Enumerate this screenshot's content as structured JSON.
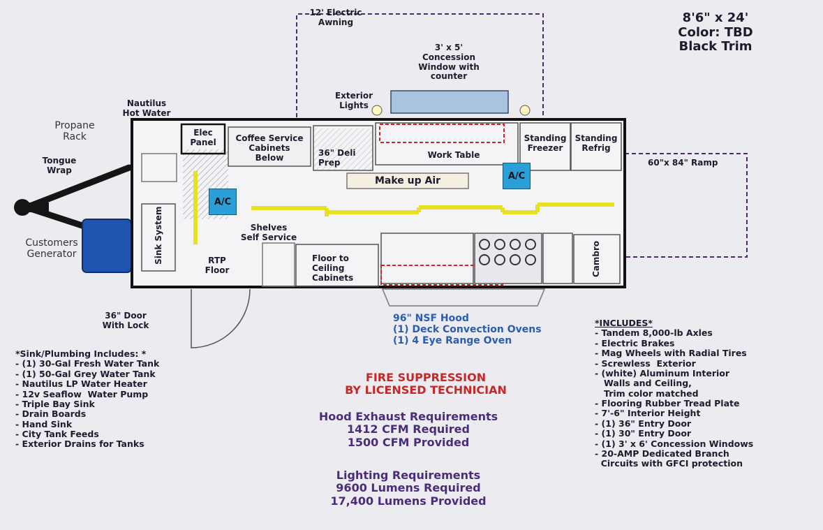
{
  "header": {
    "dimensions": "8'6\" x 24'",
    "color": "Color: TBD",
    "trim": "Black Trim"
  },
  "exterior": {
    "awning": [
      "12' Electric",
      "Awning"
    ],
    "concession_window": [
      "3' x 5'",
      "Concession",
      "Window with",
      "counter"
    ],
    "exterior_lights": [
      "Exterior",
      "Lights"
    ],
    "nautilus": [
      "Nautilus",
      "Hot Water"
    ],
    "propane": [
      "Propane",
      "Rack"
    ],
    "tongue": [
      "Tongue",
      "Wrap"
    ],
    "generator": [
      "Customers",
      "Generator"
    ],
    "ramp": "60\"x 84\" Ramp",
    "door": [
      "36\" Door",
      "With Lock"
    ]
  },
  "interior": {
    "elec_panel": [
      "Elec",
      "Panel"
    ],
    "coffee": [
      "Coffee Service",
      "Cabinets",
      "Below"
    ],
    "deli_prep": [
      "36\" Deli",
      "Prep"
    ],
    "work_table": "Work Table",
    "standing_freezer": [
      "Standing",
      "Freezer"
    ],
    "standing_refrig": [
      "Standing",
      "Refrig"
    ],
    "makeup_air": "Make up Air",
    "ac": "A/C",
    "sink_system": "Sink System",
    "shelves": [
      "Shelves",
      "Self Service"
    ],
    "rtp": [
      "RTP",
      "Floor"
    ],
    "floor_cabinets": [
      "Floor to",
      "Ceiling",
      "Cabinets"
    ],
    "cambro": "Cambro"
  },
  "hood": {
    "title": "96\" NSF Hood",
    "line1": "(1) Deck Convection Ovens",
    "line2": "(1) 4 Eye Range Oven"
  },
  "fire": [
    "FIRE SUPPRESSION",
    "BY LICENSED TECHNICIAN"
  ],
  "hood_exhaust": [
    "Hood Exhaust Requirements",
    "1412 CFM Required",
    "1500 CFM Provided"
  ],
  "lighting": [
    "Lighting Requirements",
    "9600 Lumens Required",
    "17,400 Lumens Provided"
  ],
  "sink_plumbing": {
    "title": "*Sink/Plumbing Includes:  *",
    "items": [
      "- (1) 30-Gal Fresh Water Tank",
      "- (1) 50-Gal Grey Water Tank",
      "- Nautilus LP Water Heater",
      "- 12v Seaflow  Water Pump",
      "- Triple Bay Sink",
      "- Drain Boards",
      "- Hand Sink",
      "- City Tank Feeds",
      "- Exterior Drains for Tanks"
    ]
  },
  "includes": {
    "title": "*INCLUDES*",
    "items": [
      "- Tandem 8,000-lb Axles",
      "- Electric Brakes",
      "- Mag Wheels with Radial Tires",
      "- Screwless  Exterior",
      "- (white) Aluminum Interior",
      "   Walls and Ceiling,",
      "   Trim color matched",
      "- Flooring Rubber Tread Plate",
      "- 7'-6\" Interior Height",
      "- (1) 36\" Entry Door",
      "- (1) 30\" Entry Door",
      "- (1) 3' x 6' Concession Windows",
      "- 20-AMP Dedicated Branch",
      "  Circuits with GFCI protection"
    ]
  },
  "colors": {
    "wall": "#111111",
    "dashed": "#4a2a6a",
    "yellow": "#e8e022",
    "ac": "#2a9fd8",
    "red_dash": "#d32020",
    "generator": "#1f55b0",
    "window": "#a8c4e0"
  }
}
